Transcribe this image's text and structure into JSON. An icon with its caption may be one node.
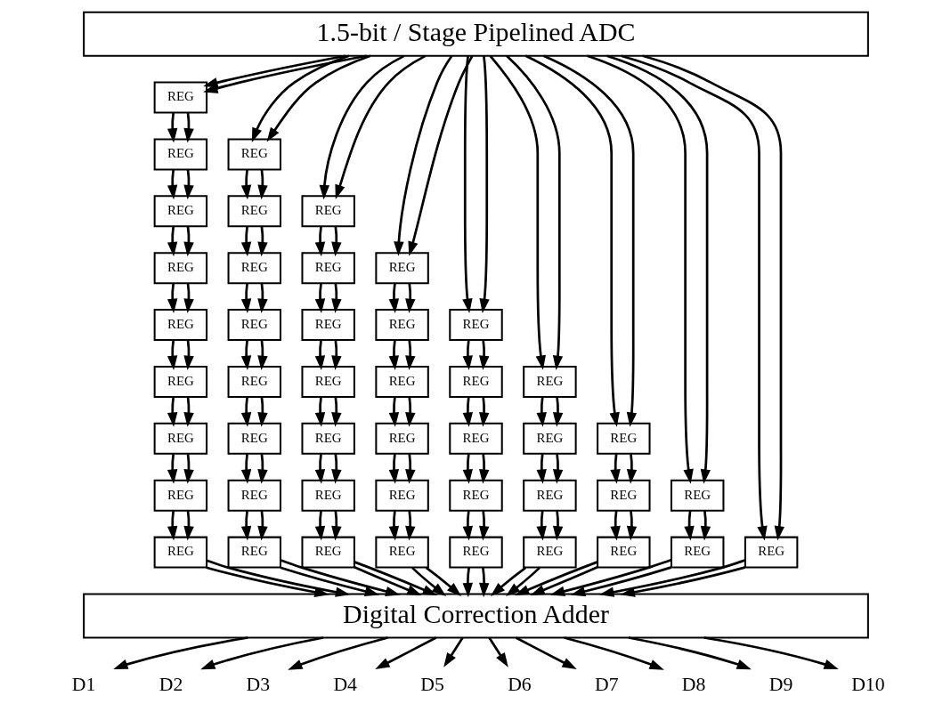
{
  "diagram": {
    "nodes": [
      {
        "text": [
          "1.5-bit / Stage Pipelined ADC"
        ]
      },
      {
        "text": [
          "REG"
        ]
      },
      {
        "text": [
          "REG"
        ]
      },
      {
        "text": [
          "REG"
        ]
      },
      {
        "text": [
          "REG"
        ]
      },
      {
        "text": [
          "REG"
        ]
      },
      {
        "text": [
          "REG"
        ]
      },
      {
        "text": [
          "REG"
        ]
      },
      {
        "text": [
          "REG"
        ]
      },
      {
        "text": [
          "REG"
        ]
      },
      {
        "text": [
          "REG"
        ]
      },
      {
        "text": [
          "REG"
        ]
      },
      {
        "text": [
          "REG"
        ]
      },
      {
        "text": [
          "REG"
        ]
      },
      {
        "text": [
          "REG"
        ]
      },
      {
        "text": [
          "REG"
        ]
      },
      {
        "text": [
          "REG"
        ]
      },
      {
        "text": [
          "REG"
        ]
      },
      {
        "text": [
          "REG"
        ]
      },
      {
        "text": [
          "REG"
        ]
      },
      {
        "text": [
          "REG"
        ]
      },
      {
        "text": [
          "REG"
        ]
      },
      {
        "text": [
          "REG"
        ]
      },
      {
        "text": [
          "REG"
        ]
      },
      {
        "text": [
          "REG"
        ]
      },
      {
        "text": [
          "REG"
        ]
      },
      {
        "text": [
          "REG"
        ]
      },
      {
        "text": [
          "REG"
        ]
      },
      {
        "text": [
          "REG"
        ]
      },
      {
        "text": [
          "REG"
        ]
      },
      {
        "text": [
          "REG"
        ]
      },
      {
        "text": [
          "REG"
        ]
      },
      {
        "text": [
          "REG"
        ]
      },
      {
        "text": [
          "REG"
        ]
      },
      {
        "text": [
          "REG"
        ]
      },
      {
        "text": [
          "REG"
        ]
      },
      {
        "text": [
          "REG"
        ]
      },
      {
        "text": [
          "REG"
        ]
      },
      {
        "text": [
          "REG"
        ]
      },
      {
        "text": [
          "REG"
        ]
      },
      {
        "text": [
          "REG"
        ]
      },
      {
        "text": [
          "REG"
        ]
      },
      {
        "text": [
          "REG"
        ]
      },
      {
        "text": [
          "REG"
        ]
      },
      {
        "text": [
          "REG"
        ]
      },
      {
        "text": [
          "REG"
        ]
      },
      {
        "text": [
          "Digital Correction Adder"
        ]
      },
      {
        "text": [
          "D1"
        ]
      },
      {
        "text": [
          "D2"
        ]
      },
      {
        "text": [
          "D3"
        ]
      },
      {
        "text": [
          "D4"
        ]
      },
      {
        "text": [
          "D5"
        ]
      },
      {
        "text": [
          "D6"
        ]
      },
      {
        "text": [
          "D7"
        ]
      },
      {
        "text": [
          "D8"
        ]
      },
      {
        "text": [
          "D9"
        ]
      },
      {
        "text": [
          "D10"
        ]
      }
    ],
    "edges": [
      {
        "from": 0,
        "to": 1,
        "arrow": "to"
      },
      {
        "from": 0,
        "to": 1,
        "arrow": "to"
      },
      {
        "from": 1,
        "to": 2,
        "arrow": "to"
      },
      {
        "from": 1,
        "to": 2,
        "arrow": "to"
      },
      {
        "from": 2,
        "to": 3,
        "arrow": "to"
      },
      {
        "from": 2,
        "to": 3,
        "arrow": "to"
      },
      {
        "from": 3,
        "to": 4,
        "arrow": "to"
      },
      {
        "from": 3,
        "to": 4,
        "arrow": "to"
      },
      {
        "from": 4,
        "to": 5,
        "arrow": "to"
      },
      {
        "from": 4,
        "to": 5,
        "arrow": "to"
      },
      {
        "from": 5,
        "to": 6,
        "arrow": "to"
      },
      {
        "from": 5,
        "to": 6,
        "arrow": "to"
      },
      {
        "from": 6,
        "to": 7,
        "arrow": "to"
      },
      {
        "from": 6,
        "to": 7,
        "arrow": "to"
      },
      {
        "from": 7,
        "to": 8,
        "arrow": "to"
      },
      {
        "from": 7,
        "to": 8,
        "arrow": "to"
      },
      {
        "from": 8,
        "to": 9,
        "arrow": "to"
      },
      {
        "from": 8,
        "to": 9,
        "arrow": "to"
      },
      {
        "from": 9,
        "to": 46,
        "arrow": "to"
      },
      {
        "from": 9,
        "to": 46,
        "arrow": "to"
      },
      {
        "from": 0,
        "to": 10,
        "arrow": "to"
      },
      {
        "from": 0,
        "to": 10,
        "arrow": "to"
      },
      {
        "from": 10,
        "to": 11,
        "arrow": "to"
      },
      {
        "from": 10,
        "to": 11,
        "arrow": "to"
      },
      {
        "from": 11,
        "to": 12,
        "arrow": "to"
      },
      {
        "from": 11,
        "to": 12,
        "arrow": "to"
      },
      {
        "from": 12,
        "to": 13,
        "arrow": "to"
      },
      {
        "from": 12,
        "to": 13,
        "arrow": "to"
      },
      {
        "from": 13,
        "to": 14,
        "arrow": "to"
      },
      {
        "from": 13,
        "to": 14,
        "arrow": "to"
      },
      {
        "from": 14,
        "to": 15,
        "arrow": "to"
      },
      {
        "from": 14,
        "to": 15,
        "arrow": "to"
      },
      {
        "from": 15,
        "to": 16,
        "arrow": "to"
      },
      {
        "from": 15,
        "to": 16,
        "arrow": "to"
      },
      {
        "from": 16,
        "to": 17,
        "arrow": "to"
      },
      {
        "from": 16,
        "to": 17,
        "arrow": "to"
      },
      {
        "from": 17,
        "to": 46,
        "arrow": "to"
      },
      {
        "from": 17,
        "to": 46,
        "arrow": "to"
      },
      {
        "from": 0,
        "to": 18,
        "arrow": "to"
      },
      {
        "from": 0,
        "to": 18,
        "arrow": "to"
      },
      {
        "from": 18,
        "to": 19,
        "arrow": "to"
      },
      {
        "from": 18,
        "to": 19,
        "arrow": "to"
      },
      {
        "from": 19,
        "to": 20,
        "arrow": "to"
      },
      {
        "from": 19,
        "to": 20,
        "arrow": "to"
      },
      {
        "from": 20,
        "to": 21,
        "arrow": "to"
      },
      {
        "from": 20,
        "to": 21,
        "arrow": "to"
      },
      {
        "from": 21,
        "to": 22,
        "arrow": "to"
      },
      {
        "from": 21,
        "to": 22,
        "arrow": "to"
      },
      {
        "from": 22,
        "to": 23,
        "arrow": "to"
      },
      {
        "from": 22,
        "to": 23,
        "arrow": "to"
      },
      {
        "from": 23,
        "to": 24,
        "arrow": "to"
      },
      {
        "from": 23,
        "to": 24,
        "arrow": "to"
      },
      {
        "from": 24,
        "to": 46,
        "arrow": "to"
      },
      {
        "from": 24,
        "to": 46,
        "arrow": "to"
      },
      {
        "from": 0,
        "to": 25,
        "arrow": "to"
      },
      {
        "from": 0,
        "to": 25,
        "arrow": "to"
      },
      {
        "from": 25,
        "to": 26,
        "arrow": "to"
      },
      {
        "from": 25,
        "to": 26,
        "arrow": "to"
      },
      {
        "from": 26,
        "to": 27,
        "arrow": "to"
      },
      {
        "from": 26,
        "to": 27,
        "arrow": "to"
      },
      {
        "from": 27,
        "to": 28,
        "arrow": "to"
      },
      {
        "from": 27,
        "to": 28,
        "arrow": "to"
      },
      {
        "from": 28,
        "to": 29,
        "arrow": "to"
      },
      {
        "from": 28,
        "to": 29,
        "arrow": "to"
      },
      {
        "from": 29,
        "to": 30,
        "arrow": "to"
      },
      {
        "from": 29,
        "to": 30,
        "arrow": "to"
      },
      {
        "from": 30,
        "to": 46,
        "arrow": "to"
      },
      {
        "from": 30,
        "to": 46,
        "arrow": "to"
      },
      {
        "from": 0,
        "to": 31,
        "arrow": "to"
      },
      {
        "from": 0,
        "to": 31,
        "arrow": "to"
      },
      {
        "from": 31,
        "to": 32,
        "arrow": "to"
      },
      {
        "from": 31,
        "to": 32,
        "arrow": "to"
      },
      {
        "from": 32,
        "to": 33,
        "arrow": "to"
      },
      {
        "from": 32,
        "to": 33,
        "arrow": "to"
      },
      {
        "from": 33,
        "to": 34,
        "arrow": "to"
      },
      {
        "from": 33,
        "to": 34,
        "arrow": "to"
      },
      {
        "from": 34,
        "to": 35,
        "arrow": "to"
      },
      {
        "from": 34,
        "to": 35,
        "arrow": "to"
      },
      {
        "from": 35,
        "to": 46,
        "arrow": "to"
      },
      {
        "from": 35,
        "to": 46,
        "arrow": "to"
      },
      {
        "from": 0,
        "to": 36,
        "arrow": "to"
      },
      {
        "from": 0,
        "to": 36,
        "arrow": "to"
      },
      {
        "from": 36,
        "to": 37,
        "arrow": "to"
      },
      {
        "from": 36,
        "to": 37,
        "arrow": "to"
      },
      {
        "from": 37,
        "to": 38,
        "arrow": "to"
      },
      {
        "from": 37,
        "to": 38,
        "arrow": "to"
      },
      {
        "from": 38,
        "to": 39,
        "arrow": "to"
      },
      {
        "from": 38,
        "to": 39,
        "arrow": "to"
      },
      {
        "from": 39,
        "to": 46,
        "arrow": "to"
      },
      {
        "from": 39,
        "to": 46,
        "arrow": "to"
      },
      {
        "from": 0,
        "to": 40,
        "arrow": "to"
      },
      {
        "from": 0,
        "to": 40,
        "arrow": "to"
      },
      {
        "from": 40,
        "to": 41,
        "arrow": "to"
      },
      {
        "from": 40,
        "to": 41,
        "arrow": "to"
      },
      {
        "from": 41,
        "to": 42,
        "arrow": "to"
      },
      {
        "from": 41,
        "to": 42,
        "arrow": "to"
      },
      {
        "from": 42,
        "to": 46,
        "arrow": "to"
      },
      {
        "from": 42,
        "to": 46,
        "arrow": "to"
      },
      {
        "from": 0,
        "to": 43,
        "arrow": "to"
      },
      {
        "from": 0,
        "to": 43,
        "arrow": "to"
      },
      {
        "from": 43,
        "to": 44,
        "arrow": "to"
      },
      {
        "from": 43,
        "to": 44,
        "arrow": "to"
      },
      {
        "from": 44,
        "to": 46,
        "arrow": "to"
      },
      {
        "from": 44,
        "to": 46,
        "arrow": "to"
      },
      {
        "from": 0,
        "to": 45,
        "arrow": "to"
      },
      {
        "from": 0,
        "to": 45,
        "arrow": "to"
      },
      {
        "from": 45,
        "to": 46,
        "arrow": "to"
      },
      {
        "from": 45,
        "to": 46,
        "arrow": "to"
      },
      {
        "from": 46,
        "to": 47,
        "arrow": "to"
      },
      {
        "from": 46,
        "to": 48,
        "arrow": "to"
      },
      {
        "from": 46,
        "to": 49,
        "arrow": "to"
      },
      {
        "from": 46,
        "to": 50,
        "arrow": "to"
      },
      {
        "from": 46,
        "to": 51,
        "arrow": "to"
      },
      {
        "from": 46,
        "to": 52,
        "arrow": "to"
      },
      {
        "from": 46,
        "to": 53,
        "arrow": "to"
      },
      {
        "from": 46,
        "to": 54,
        "arrow": "to"
      },
      {
        "from": 46,
        "to": 55,
        "arrow": "to"
      },
      {
        "from": 46,
        "to": 56,
        "arrow": "to"
      }
    ]
  }
}
